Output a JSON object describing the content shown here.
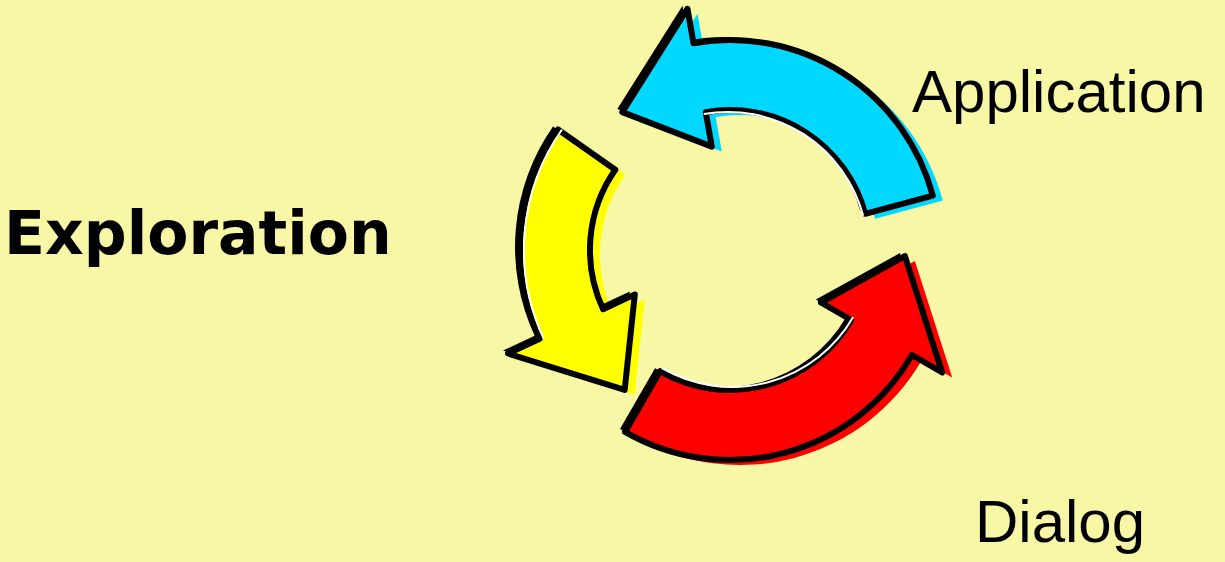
{
  "diagram": {
    "labels": [
      "Application",
      "Exploration",
      "Dialog"
    ]
  }
}
